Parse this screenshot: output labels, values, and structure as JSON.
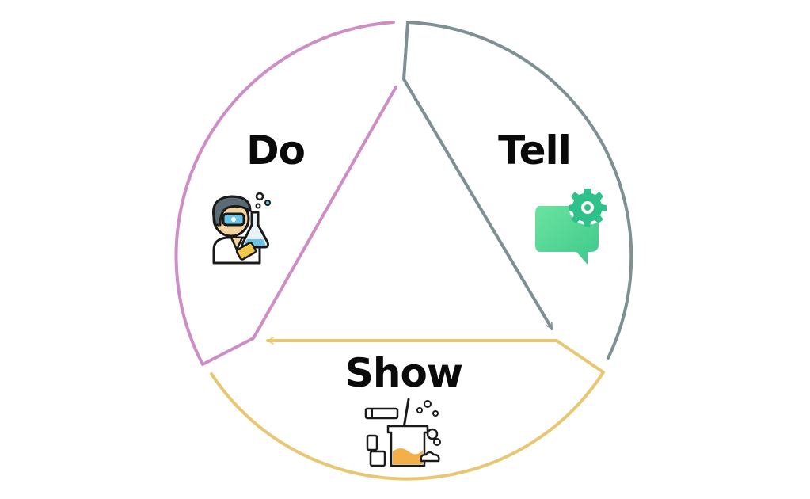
{
  "segments": [
    {
      "label": "Do",
      "color": "#cc8ec4"
    },
    {
      "label": "Tell",
      "color": "#7d9093"
    },
    {
      "label": "Show",
      "color": "#e8c672"
    }
  ],
  "icons": {
    "do": "scientist-icon",
    "tell": "chat-gear-icon",
    "show": "chemistry-lab-icon"
  }
}
